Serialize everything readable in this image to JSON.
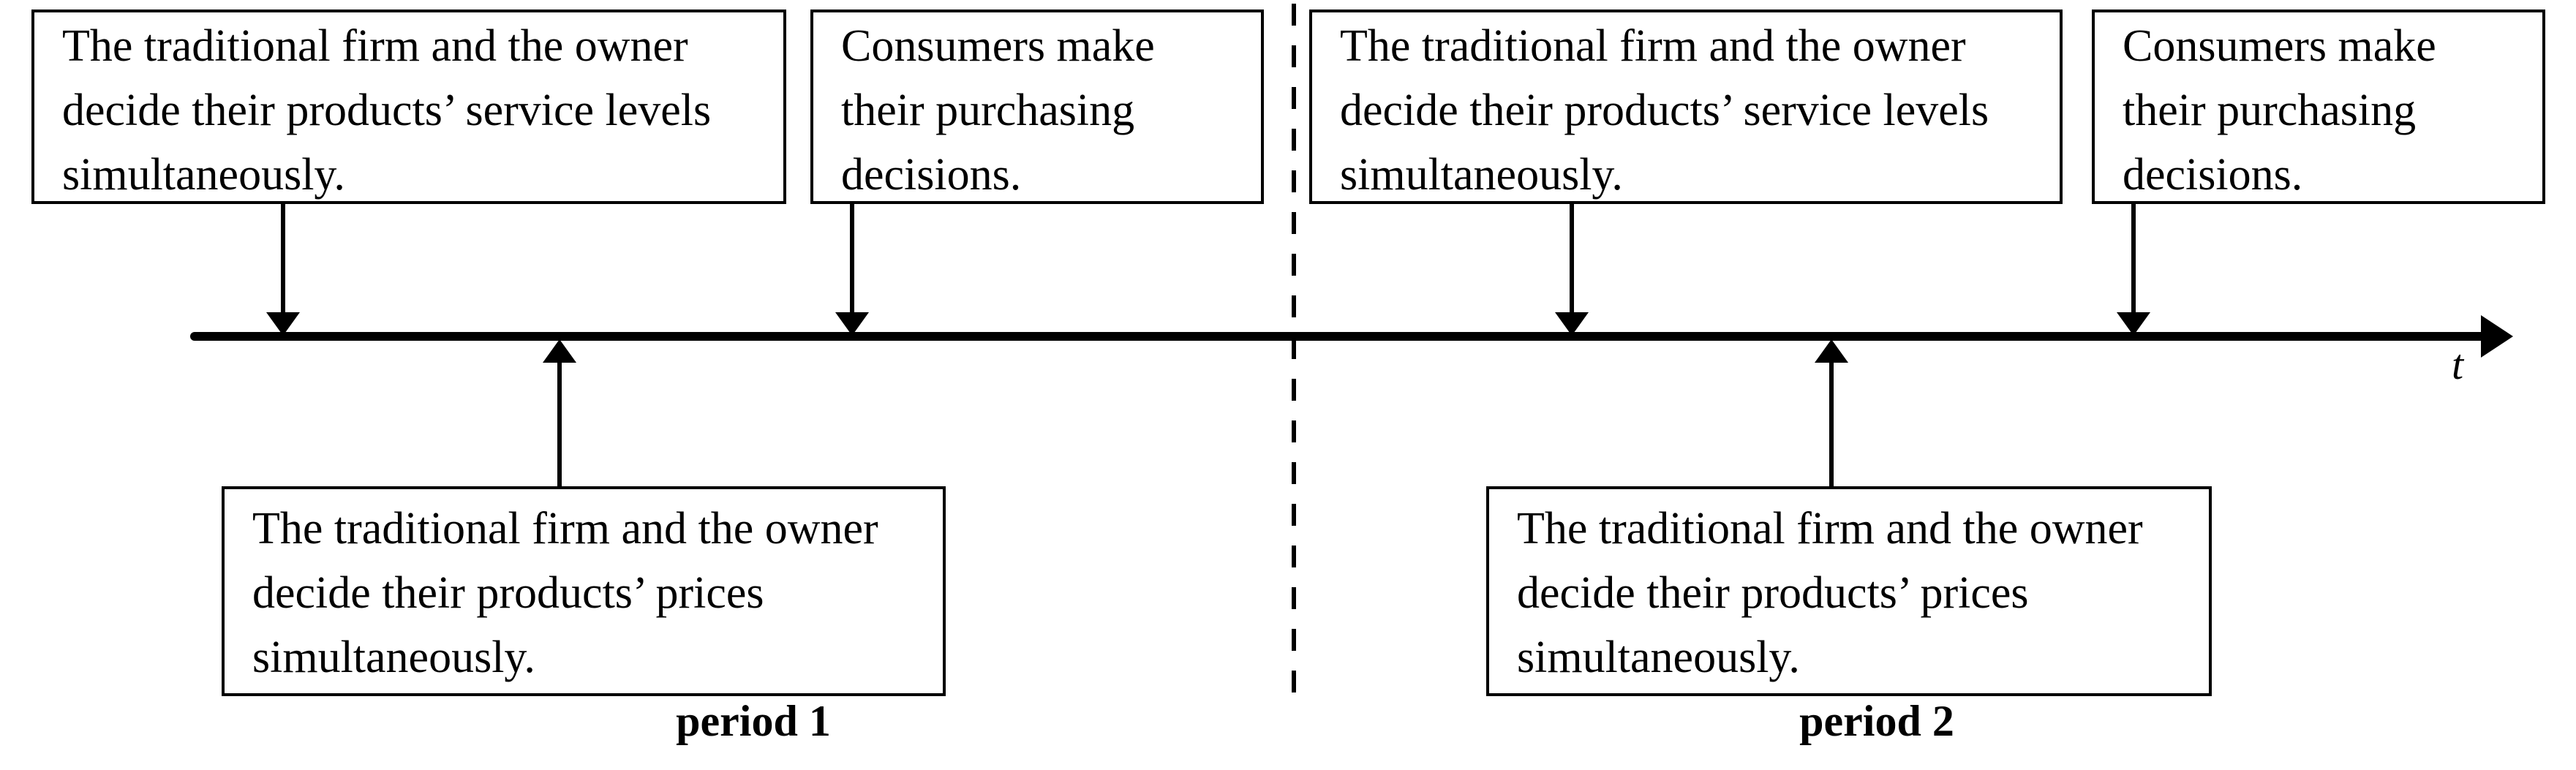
{
  "events": {
    "service_text": "The traditional firm and the owner  decide their products’ service levels simultaneously.",
    "purchase_text": "Consumers make their purchasing decisions.",
    "price_text": "The traditional firm and the owner decide their products’ prices simultaneously."
  },
  "timeline": {
    "axis_label": "t"
  },
  "periods": [
    {
      "label": "period 1"
    },
    {
      "label": "period 2"
    }
  ],
  "colors": {
    "ink": "#000000",
    "paper": "#ffffff"
  }
}
